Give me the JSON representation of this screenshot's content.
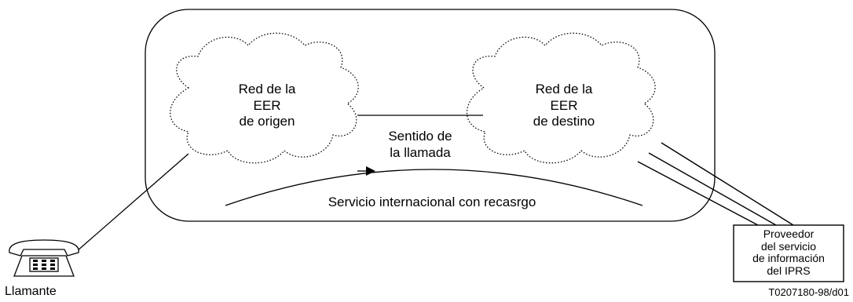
{
  "origin_network": {
    "lines": [
      "Red de la",
      "EER",
      "de origen"
    ]
  },
  "destination_network": {
    "lines": [
      "Red de la",
      "EER",
      "de destino"
    ]
  },
  "call_direction": {
    "lines": [
      "Sentido de",
      "la llamada"
    ]
  },
  "service_label": "Servicio internacional con recasrgo",
  "provider_box": {
    "lines": [
      "Proveedor",
      "del servicio",
      "de información",
      "del IPRS"
    ]
  },
  "caller_label": "Llamante",
  "figure_code": "T0207180-98/d01",
  "icons": {
    "phone": "telephone-icon"
  }
}
